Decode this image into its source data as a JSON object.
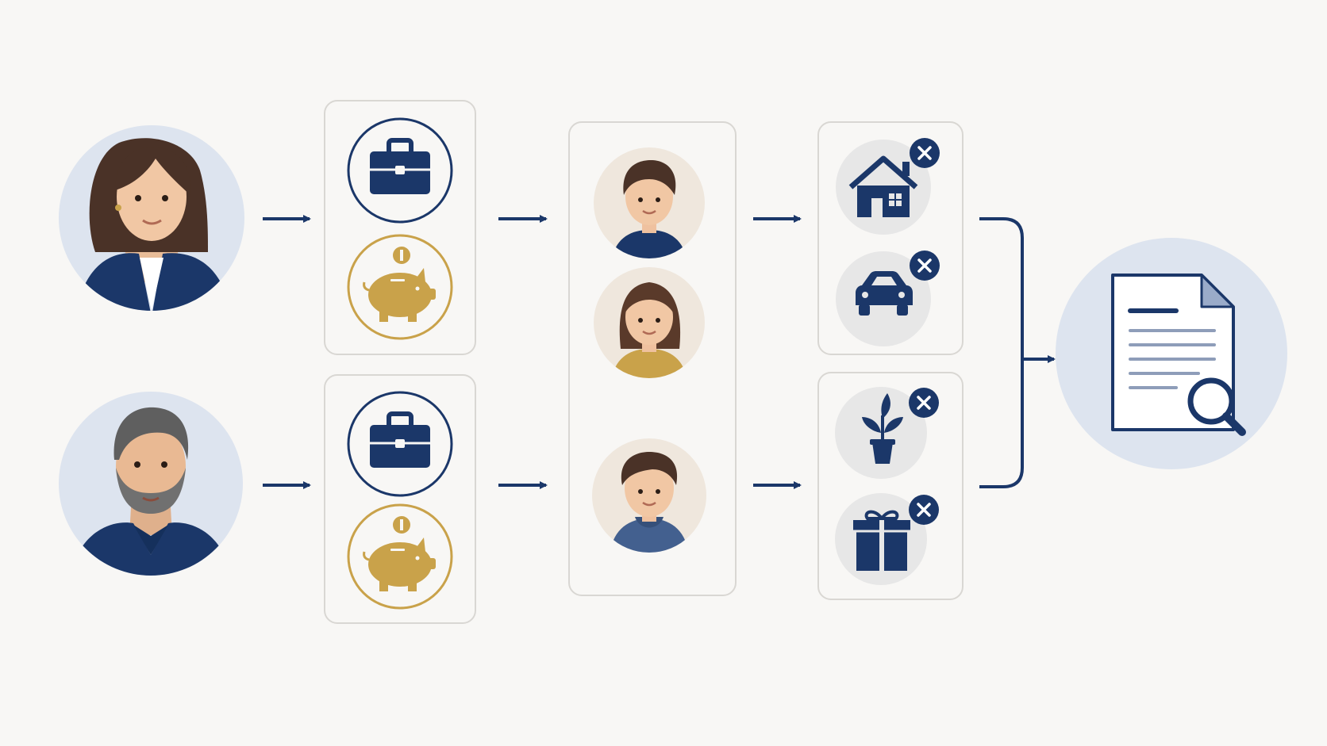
{
  "colors": {
    "background": "#f8f7f5",
    "navy": "#1b3769",
    "gold": "#c9a24a",
    "parent_bg": "#dde4ef",
    "child_bg": "#efe7dd",
    "asset_bg": "#e7e7e7",
    "document_bg": "#dde4ef",
    "card_border": "#d9d7d3"
  },
  "nodes": {
    "parents": [
      {
        "id": "parent-woman",
        "icon": "woman-avatar-icon"
      },
      {
        "id": "parent-man",
        "icon": "man-avatar-icon"
      }
    ],
    "parent_assets": [
      {
        "id": "assets-woman",
        "icons": [
          "briefcase-icon",
          "piggy-bank-icon"
        ]
      },
      {
        "id": "assets-man",
        "icons": [
          "briefcase-icon",
          "piggy-bank-icon"
        ]
      }
    ],
    "children": [
      "boy-avatar-icon",
      "girl-avatar-icon",
      "boy-hoodie-avatar-icon"
    ],
    "excluded_assets": [
      {
        "id": "excluded-top",
        "items": [
          "house-icon",
          "car-icon"
        ]
      },
      {
        "id": "excluded-bottom",
        "items": [
          "plant-icon",
          "gift-icon"
        ]
      }
    ],
    "marker_icon": "close-icon",
    "result_icon": "document-search-icon"
  }
}
